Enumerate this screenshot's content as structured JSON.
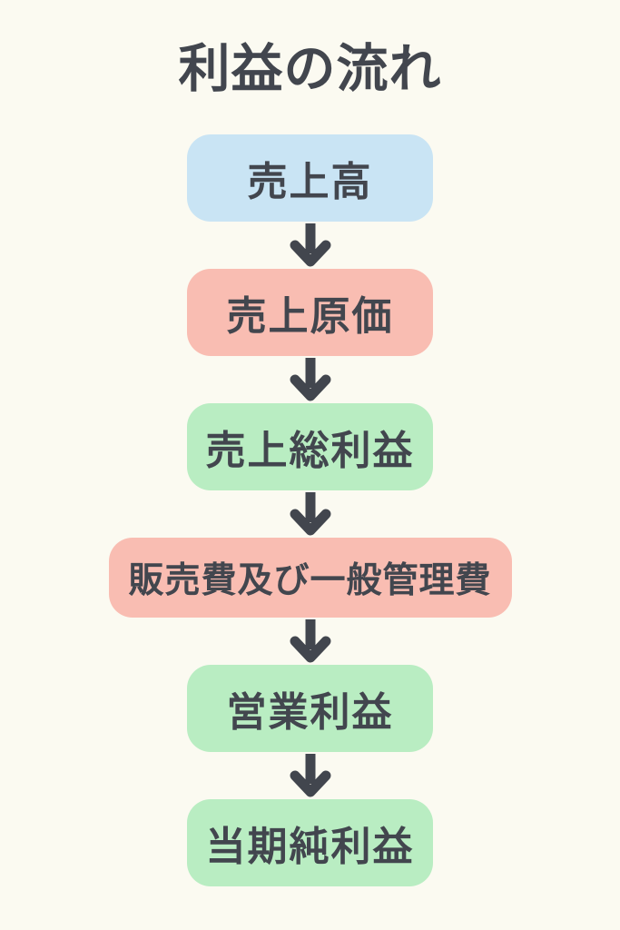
{
  "title": "利益の流れ",
  "colors": {
    "background": "#FBFAF1",
    "text": "#42464E",
    "arrow": "#42464E",
    "box-blue": "#C9E4F4",
    "box-pink": "#F9BDB2",
    "box-green": "#B9EDC2"
  },
  "flow": {
    "steps": [
      {
        "label": "売上高",
        "color": "#C9E4F4"
      },
      {
        "label": "売上原価",
        "color": "#F9BDB2"
      },
      {
        "label": "売上総利益",
        "color": "#B9EDC2"
      },
      {
        "label": "販売費及び一般管理費",
        "color": "#F9BDB2"
      },
      {
        "label": "営業利益",
        "color": "#B9EDC2"
      },
      {
        "label": "当期純利益",
        "color": "#B9EDC2"
      }
    ],
    "connector": {
      "icon": "down-arrow-icon",
      "count": 5
    }
  }
}
